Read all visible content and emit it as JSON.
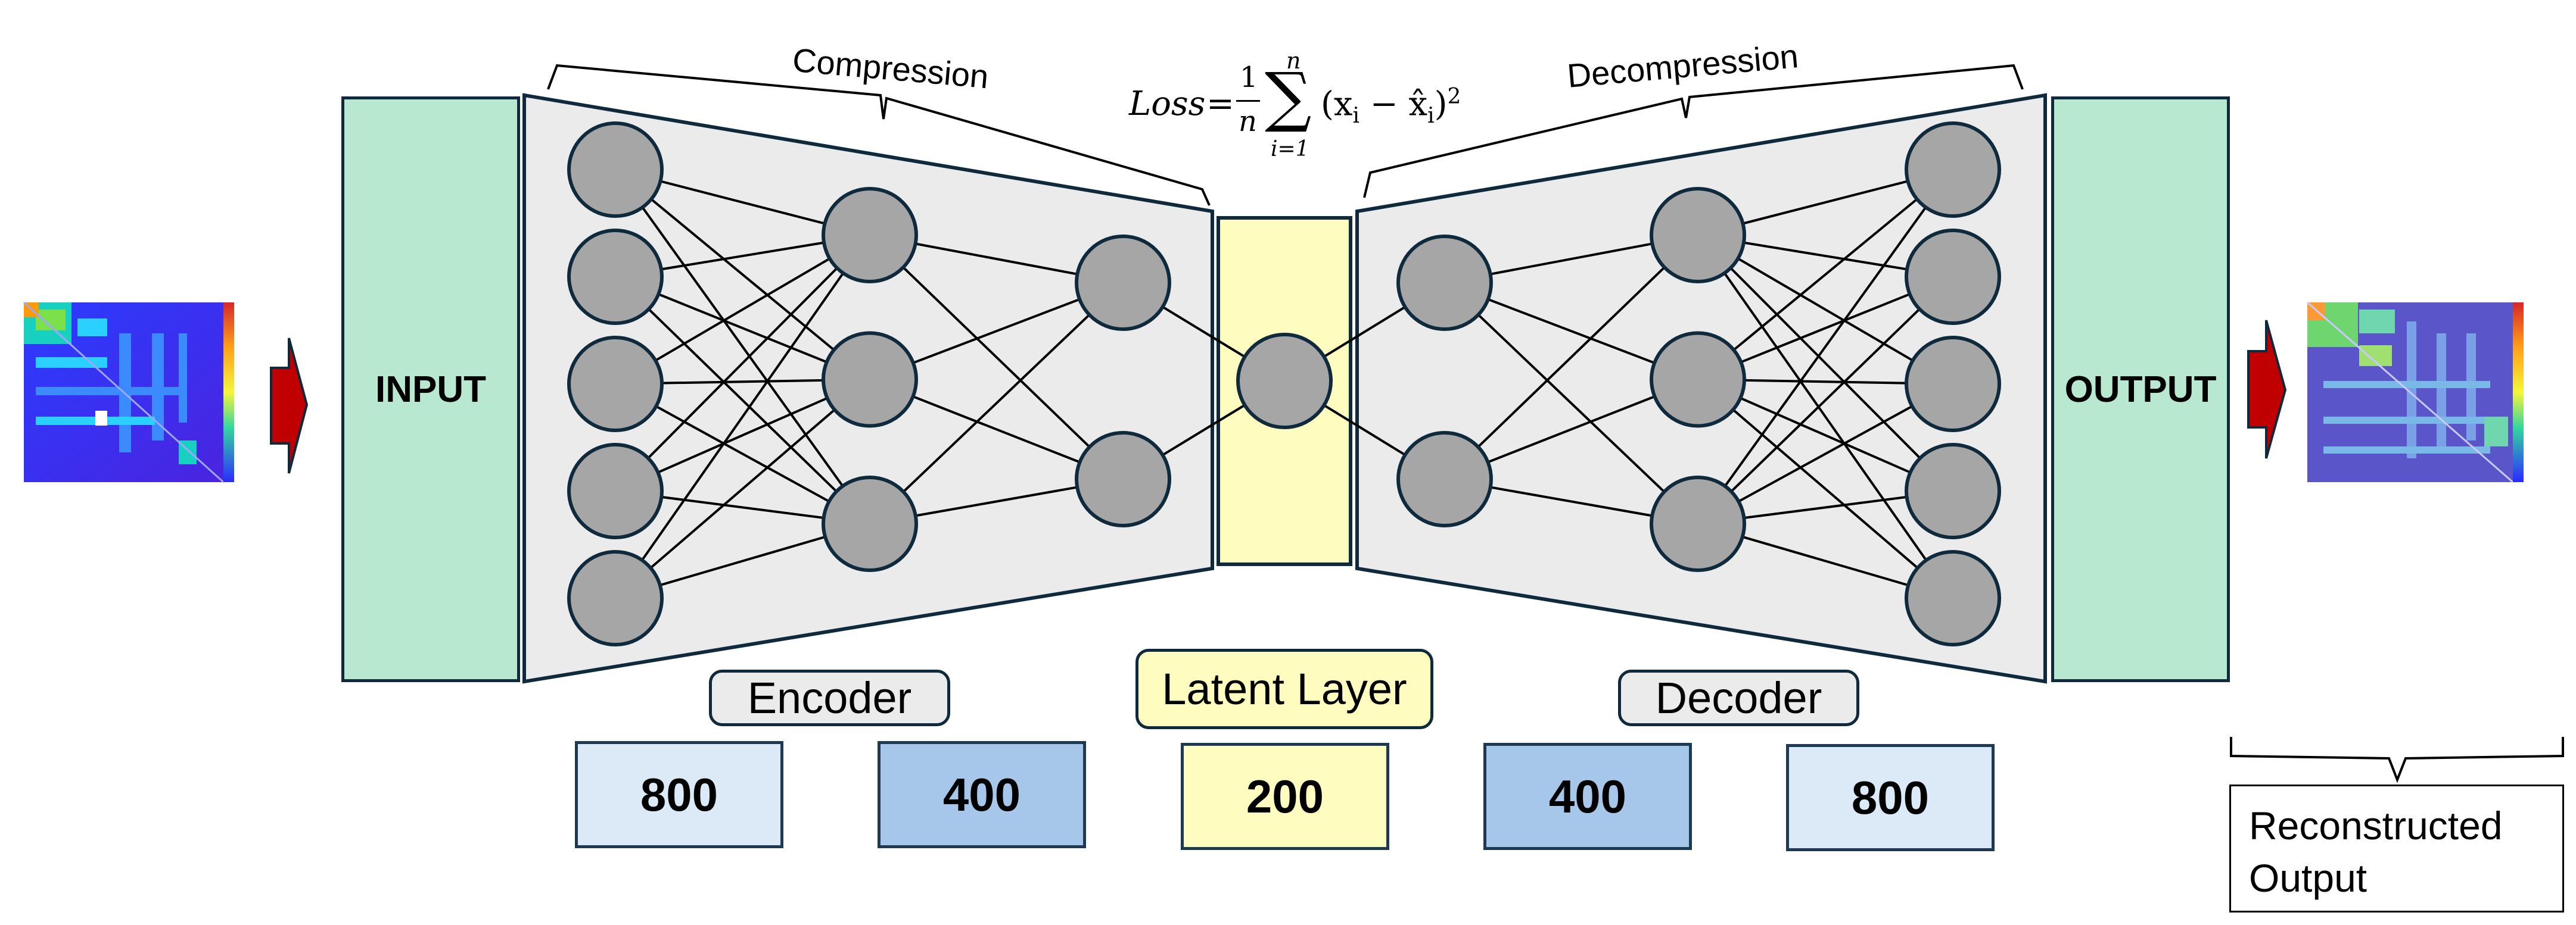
{
  "input_label": "INPUT",
  "output_label": "OUTPUT",
  "encoder_label": "Encoder",
  "latent_label": "Latent Layer",
  "decoder_label": "Decoder",
  "compression_label": "Compression",
  "decompression_label": "Decompression",
  "reconstructed_label": [
    "Reconstructed",
    "Output"
  ],
  "layer_sizes": [
    "800",
    "400",
    "200",
    "400",
    "800"
  ],
  "loss_formula": {
    "lhs": "Loss",
    "eq": "=",
    "frac_num": "1",
    "frac_den": "n",
    "sum_upper": "n",
    "sum_lower": "i=1",
    "sum_symbol": "∑",
    "term": "(x",
    "sub_i": "i",
    "minus": " − ",
    "xhat": "x̂",
    "sub_i2": "i",
    "close": ")",
    "power": "2"
  },
  "network": {
    "layer_node_counts": [
      5,
      3,
      2,
      1,
      2,
      3,
      5
    ]
  },
  "colors": {
    "io_fill": "#b9e8d0",
    "latent_fill": "#fefcbf",
    "node_fill": "#a6a6a6",
    "node_stroke": "#0f2a3d",
    "trapezoid_fill": "#ebebeb",
    "light_blue": "#dce9f6",
    "mid_blue": "#a7c7ea",
    "arrow_red": "#c00000",
    "pill_fill": "#ebebeb"
  },
  "heatmap_icons": [
    "input-heatmap-thumbnail",
    "output-heatmap-thumbnail"
  ]
}
